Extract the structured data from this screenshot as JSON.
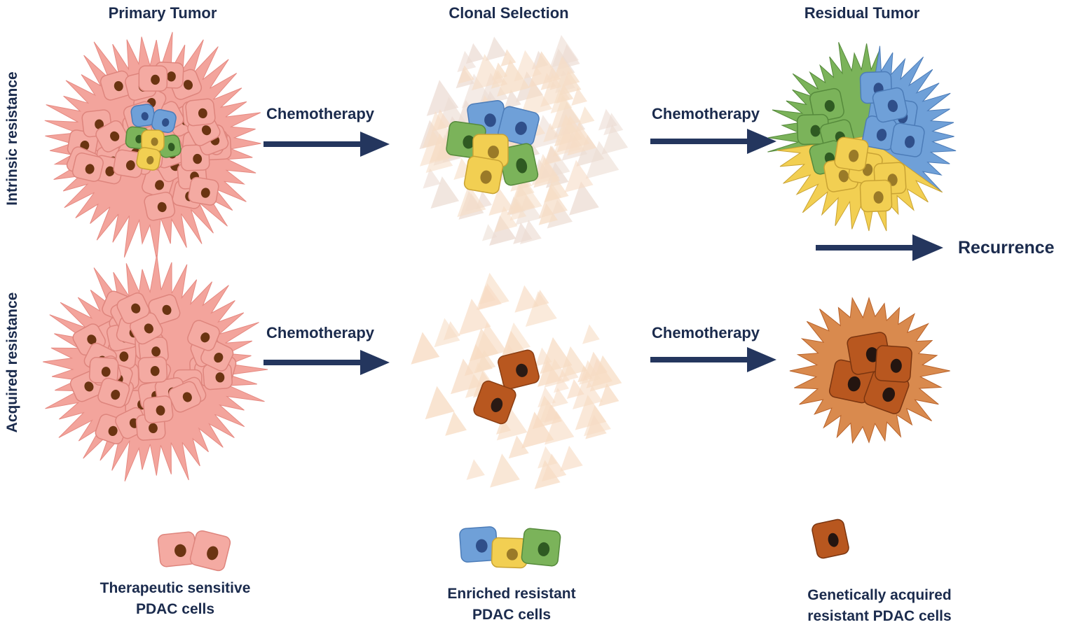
{
  "columns": {
    "primary": "Primary Tumor",
    "clonal": "Clonal Selection",
    "residual": "Residual Tumor"
  },
  "rows": {
    "intrinsic": "Intrinsic resistance",
    "acquired": "Acquired resistance"
  },
  "arrows": {
    "chemo_1": "Chemotherapy",
    "chemo_2": "Chemotherapy",
    "chemo_3": "Chemotherapy",
    "chemo_4": "Chemotherapy",
    "recurrence": "Recurrence"
  },
  "legend": {
    "sensitive_line1": "Therapeutic sensitive",
    "sensitive_line2": "PDAC cells",
    "enriched_line1": "Enriched resistant",
    "enriched_line2": "PDAC cells",
    "genetic_line1": "Genetically  acquired",
    "genetic_line2": "resistant PDAC cells"
  },
  "colors": {
    "arrow": "#24365e",
    "sensitive": "#ef9a94",
    "nucleus": "#6b3412",
    "blue": "#6fa0d8",
    "green": "#7bb35a",
    "yellow": "#f2cf52",
    "acquired": "#b8571f",
    "faded": "#f5dccb"
  }
}
